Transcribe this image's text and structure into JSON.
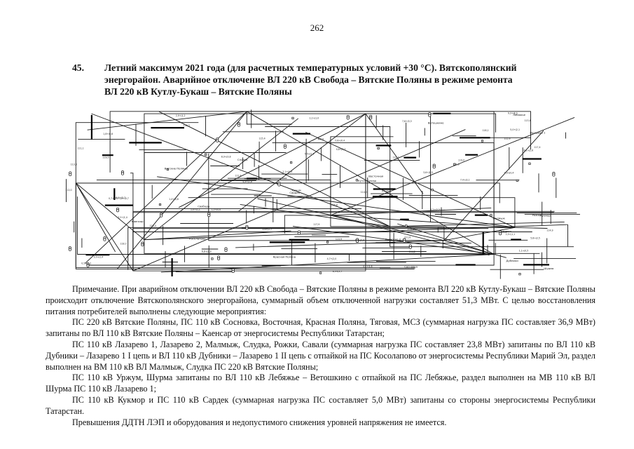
{
  "page_number": "262",
  "heading": {
    "number": "45.",
    "lines": [
      "Летний максимум 2021 года (для расчетных температурных условий +30 °С). Вятскополянский",
      "энергорайон. Аварийное отключение ВЛ 220 кВ Свобода – Вятские Поляны в режиме ремонта",
      "ВЛ 220 кВ Кутлу-Букаш – Вятские Поляны"
    ]
  },
  "note": {
    "paragraphs": [
      "Примечание. При аварийном отключении ВЛ 220 кВ Свобода – Вятские Поляны в режиме ремонта ВЛ 220 кВ Кутлу-Букаш – Вятские Поляны происходит отключение Вятскополянского энергорайона, суммарный объем отключенной нагрузки составляет 51,3 МВт. С целью восстановления питания потребителей выполнены следующие мероприятия:",
      "ПС 220 кВ Вятские Поляны, ПС 110 кВ Сосновка, Восточная, Красная Поляна, Тяговая, МСЗ (суммарная нагрузка ПС составляет 36,9 МВт) запитаны по ВЛ 110 кВ Вятские Поляны – Каенсар от энергосистемы Республики Татарстан;",
      "ПС 110 кВ Лазарево 1, Лазарево 2, Малмыж, Слудка, Рожки, Савали (суммарная нагрузка ПС составляет 23,8 МВт) запитаны по ВЛ 110 кВ Дубники – Лазарево 1 I цепь и ВЛ 110 кВ Дубники – Лазарево 1 II цепь с отпайкой на ПС Косолапово от энергосистемы Республики Марий Эл, раздел выполнен на ВМ 110 кВ ВЛ Малмыж, Слудка ПС 220 кВ Вятские Поляны;",
      "ПС 110 кВ Уржум, Шурма запитаны по ВЛ 110 кВ Лебяжье – Ветошкино с отпайкой на ПС Лебяжье, раздел выполнен на МВ 110 кВ ВЛ Шурма ПС 110 кВ Лазарево 1;",
      "ПС 110 кВ Кукмор и ПС 110 кВ Сардек (суммарная нагрузка ПС составляет 5,0 МВт) запитаны со стороны энергосистемы Республики Татарстан.",
      "Превышения ДДТН ЛЭП и оборудования и недопустимого снижения уровней напряжения не имеется."
    ]
  },
  "diagram": {
    "labels": [
      "Уржум",
      "Шурма",
      "Лебяжье",
      "Лазарево 1",
      "Лазарево 2",
      "Малмыж",
      "Слудка",
      "Рожки",
      "Савали",
      "Вятские Поляны",
      "Сосновка",
      "Восточная",
      "Красная Поляна",
      "Тяговая",
      "МСЗ",
      "Кукмор",
      "Сардек",
      "Каенсар",
      "Дубники",
      "Косолапово",
      "Ветошкино",
      "Свобода",
      "Кутлу-Букаш"
    ],
    "values": [
      "0,7+j0,3",
      "2,1+j0,9",
      "1,4+j0,6",
      "113,8",
      "114,2",
      "3,2+j1,4",
      "5,8+j2,5",
      "111,6",
      "112,4",
      "4,4+j1,8",
      "118,1",
      "6,1+j2,6",
      "2,5+j1,1",
      "115,9",
      "8,3+j3,7",
      "0,9+j0,4",
      "116,3",
      "1,8+j0,8",
      "119,0",
      "3,6+j1,5",
      "110,7",
      "5,2+j2,2",
      "117,4",
      "0,4+j0,2",
      "2,9+j1,2",
      "114,9",
      "7,4+j3,1",
      "1,1+j0,5",
      "113,2",
      "4,7+j2,0",
      "221,6",
      "9,3+j4,0",
      "112,0",
      "2,2+j1,0",
      "0,6+j0,3",
      "118,7",
      "6,8+j2,9",
      "1,5+j0,7",
      "115,4",
      "3,9+j1,7",
      "111,1",
      "5,5+j2,4",
      "117,9",
      "0,8+j0,4",
      "2,6+j1,1",
      "114,5",
      "8,9+j3,8",
      "1,3+j0,6",
      "112,9",
      "4,1+j1,8",
      "116,8",
      "6,4+j2,7",
      "0,5+j0,2",
      "119,5",
      "3,3+j1,4",
      "113,6",
      "7,8+j3,3",
      "1,9+j0,8",
      "110,3",
      "5,0+j2,1"
    ]
  }
}
